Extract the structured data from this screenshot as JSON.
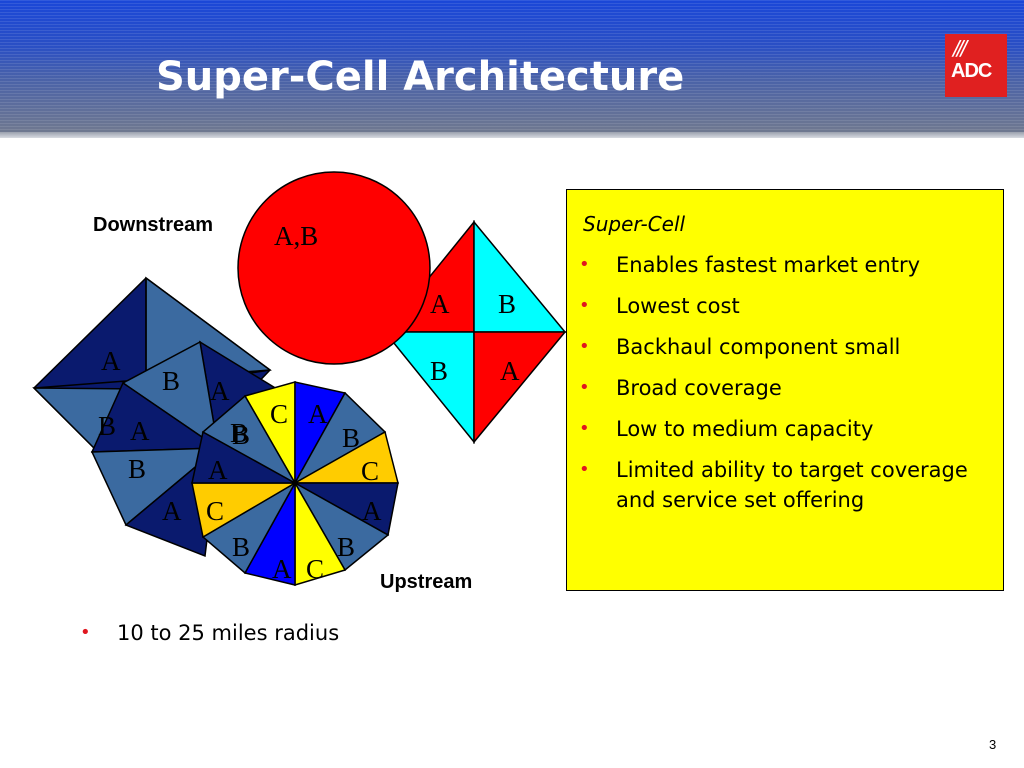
{
  "slide": {
    "title": "Super-Cell Architecture",
    "page_number": "3"
  },
  "logo": {
    "slashes": "///",
    "text": "ADC",
    "color": "#e02020"
  },
  "diagram": {
    "downstream_label": "Downstream",
    "upstream_label": "Upstream",
    "circle_label": "A,B",
    "diamond_labels": [
      "A",
      "B",
      "B",
      "A"
    ],
    "back_cluster_labels": [
      "A",
      "B",
      "B",
      "A",
      "B",
      "A",
      "B",
      "A"
    ],
    "front_cluster_labels": [
      "A",
      "C",
      "A",
      "B",
      "B",
      "C",
      "A",
      "B",
      "B",
      "C",
      "A",
      "C"
    ],
    "colors": {
      "navy": "#0a1a6e",
      "steel_blue": "#3b6aa0",
      "red": "#ff0000",
      "cyan": "#00ffff",
      "blue": "#0000ff",
      "gold": "#ffcc00",
      "yellow": "#ffff00"
    }
  },
  "info_box": {
    "heading": "Super-Cell",
    "items": [
      "Enables fastest market entry",
      "Lowest cost",
      "Backhaul component small",
      "Broad coverage",
      "Low to medium capacity",
      "Limited ability to target coverage and service set offering"
    ],
    "background": "#ffff00",
    "bullet_color": "#e0161f"
  },
  "bullets": [
    "10 to 25 miles radius"
  ]
}
